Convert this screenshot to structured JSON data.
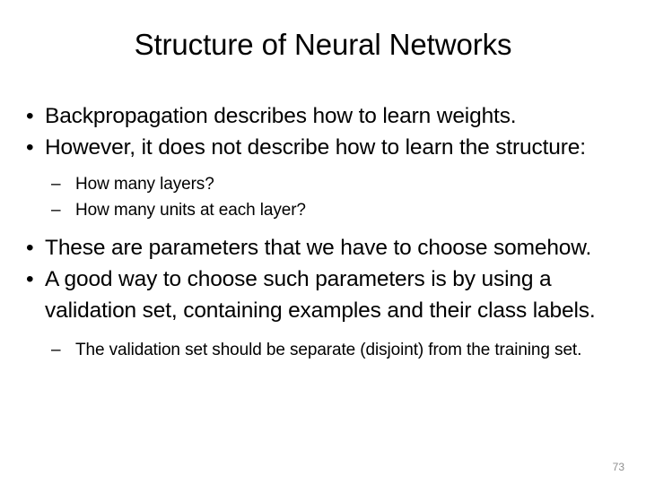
{
  "slide": {
    "title": "Structure of Neural Networks",
    "background_color": "#ffffff",
    "text_color": "#000000",
    "slide_number": "73",
    "slide_number_color": "#8e8e8e",
    "bullet_marker_level1": "•",
    "bullet_marker_level2": "–",
    "content": [
      {
        "level": 1,
        "marker": "•",
        "text": "Backpropagation describes how to learn weights."
      },
      {
        "level": 1,
        "marker": "•",
        "text": "However, it does not describe how to learn the structure:"
      },
      {
        "level": 2,
        "marker": "–",
        "text": "How many layers?"
      },
      {
        "level": 2,
        "marker": "–",
        "text": "How many units at each layer?"
      },
      {
        "level": 1,
        "marker": "•",
        "text": "These are parameters that we have to choose somehow."
      },
      {
        "level": 1,
        "marker": "•",
        "text": "A good way to choose such parameters is by using a validation set, containing examples and their class labels."
      },
      {
        "level": 2,
        "marker": "–",
        "text": "The validation set should be separate (disjoint) from the training set."
      }
    ]
  }
}
